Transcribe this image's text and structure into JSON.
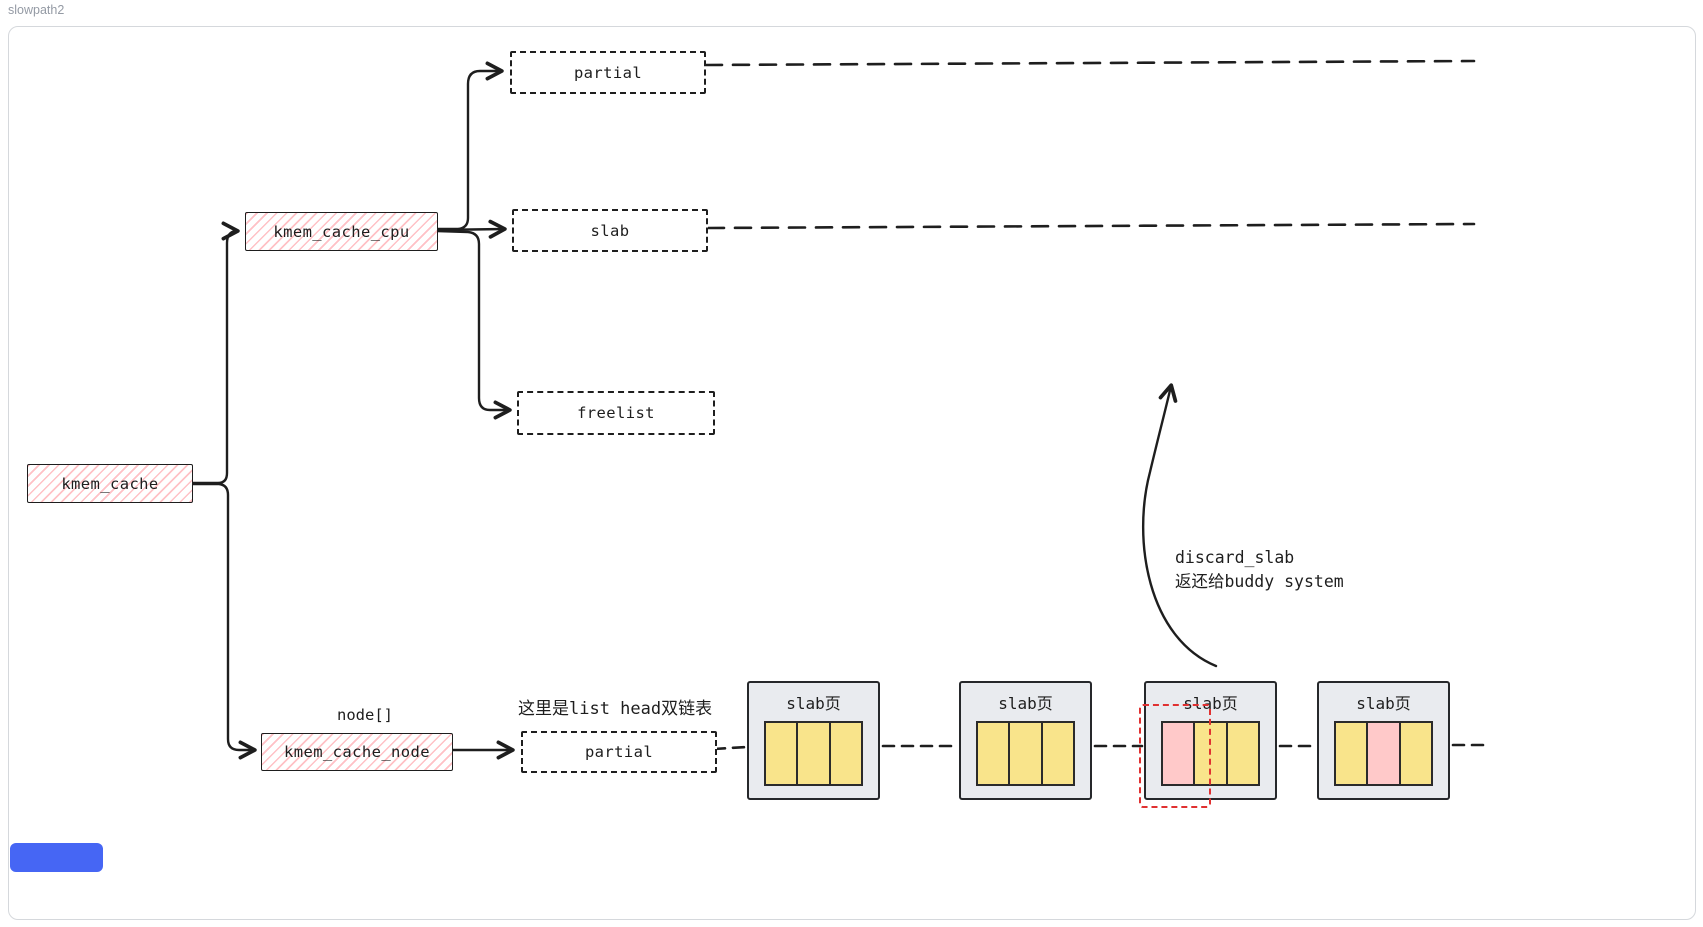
{
  "page": {
    "frame_label": "slowpath2"
  },
  "boxes": {
    "kmem_cache": "kmem_cache",
    "kmem_cache_cpu": "kmem_cache_cpu",
    "kmem_cache_node": "kmem_cache_node",
    "node_array_label": "node[]",
    "cpu_partial": "partial",
    "cpu_slab": "slab",
    "cpu_freelist": "freelist",
    "node_partial": "partial"
  },
  "annotations": {
    "list_head": "这里是list head双链表",
    "discard_line1": "discard_slab",
    "discard_line2": "返还给buddy system"
  },
  "slab_pages": [
    {
      "label": "slab页",
      "slots": [
        "yellow",
        "yellow",
        "yellow"
      ],
      "highlighted": false
    },
    {
      "label": "slab页",
      "slots": [
        "yellow",
        "yellow",
        "yellow"
      ],
      "highlighted": false
    },
    {
      "label": "slab页",
      "slots": [
        "pink",
        "yellow",
        "yellow"
      ],
      "highlighted": true
    },
    {
      "label": "slab页",
      "slots": [
        "yellow",
        "pink",
        "yellow"
      ],
      "highlighted": false
    }
  ],
  "colors": {
    "stroke": "#1e1e1e",
    "slot_yellow": "#f9e48b",
    "slot_pink": "#ffc9c9",
    "highlight_red": "#e03131",
    "hatch_pink": "#ff8e96",
    "slab_page_bg": "#e9ebef",
    "frame_border": "#d5d8dc",
    "blue_chip": "#4666f4"
  }
}
